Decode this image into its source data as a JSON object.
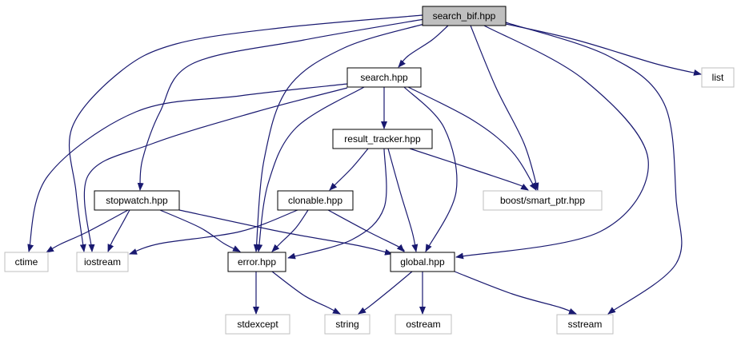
{
  "colors": {
    "edge": "#191970",
    "root_fill": "#bfbfbf",
    "documented_border": "#000000",
    "external_border": "#bfbfbf",
    "node_fill": "#ffffff"
  },
  "nodes": {
    "search_bif": {
      "label": "search_bif.hpp",
      "kind": "root"
    },
    "list": {
      "label": "list",
      "kind": "external"
    },
    "search": {
      "label": "search.hpp",
      "kind": "documented"
    },
    "result_tracker": {
      "label": "result_tracker.hpp",
      "kind": "documented"
    },
    "stopwatch": {
      "label": "stopwatch.hpp",
      "kind": "documented"
    },
    "clonable": {
      "label": "clonable.hpp",
      "kind": "documented"
    },
    "smart_ptr": {
      "label": "boost/smart_ptr.hpp",
      "kind": "external"
    },
    "ctime": {
      "label": "ctime",
      "kind": "external"
    },
    "iostream": {
      "label": "iostream",
      "kind": "external"
    },
    "error": {
      "label": "error.hpp",
      "kind": "documented"
    },
    "global": {
      "label": "global.hpp",
      "kind": "documented"
    },
    "stdexcept": {
      "label": "stdexcept",
      "kind": "external"
    },
    "string": {
      "label": "string",
      "kind": "external"
    },
    "ostream": {
      "label": "ostream",
      "kind": "external"
    },
    "sstream": {
      "label": "sstream",
      "kind": "external"
    }
  },
  "edges": [
    [
      "search_bif",
      "list"
    ],
    [
      "search_bif",
      "search"
    ],
    [
      "search_bif",
      "stopwatch"
    ],
    [
      "search_bif",
      "iostream"
    ],
    [
      "search_bif",
      "error"
    ],
    [
      "search_bif",
      "smart_ptr"
    ],
    [
      "search_bif",
      "global"
    ],
    [
      "search_bif",
      "sstream"
    ],
    [
      "search",
      "result_tracker"
    ],
    [
      "search",
      "ctime"
    ],
    [
      "search",
      "iostream"
    ],
    [
      "search",
      "error"
    ],
    [
      "search",
      "global"
    ],
    [
      "search",
      "smart_ptr"
    ],
    [
      "result_tracker",
      "clonable"
    ],
    [
      "result_tracker",
      "smart_ptr"
    ],
    [
      "result_tracker",
      "error"
    ],
    [
      "result_tracker",
      "global"
    ],
    [
      "stopwatch",
      "ctime"
    ],
    [
      "stopwatch",
      "iostream"
    ],
    [
      "stopwatch",
      "error"
    ],
    [
      "stopwatch",
      "global"
    ],
    [
      "clonable",
      "iostream"
    ],
    [
      "clonable",
      "error"
    ],
    [
      "clonable",
      "global"
    ],
    [
      "error",
      "stdexcept"
    ],
    [
      "error",
      "string"
    ],
    [
      "global",
      "string"
    ],
    [
      "global",
      "ostream"
    ],
    [
      "global",
      "sstream"
    ]
  ]
}
